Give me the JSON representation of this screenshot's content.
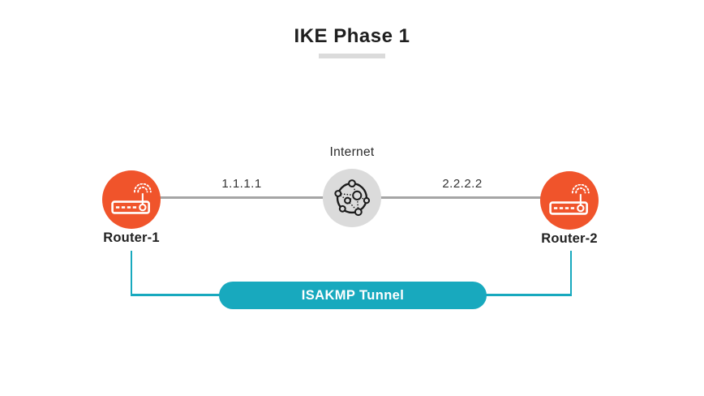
{
  "title": "IKE Phase 1",
  "colors": {
    "accent_orange": "#F0542B",
    "accent_teal": "#18A9BE",
    "line_gray": "#A5A5A5",
    "internet_bg": "#DBDBDB",
    "text_dark": "#1E1E1E",
    "underline_gray": "#DBDBDB"
  },
  "diagram": {
    "internet": {
      "label": "Internet",
      "icon": "internet-globe-icon"
    },
    "routers": [
      {
        "name": "Router-1",
        "ip": "1.1.1.1",
        "icon": "router-icon"
      },
      {
        "name": "Router-2",
        "ip": "2.2.2.2",
        "icon": "router-icon"
      }
    ],
    "tunnel": {
      "label": "ISAKMP Tunnel"
    }
  }
}
